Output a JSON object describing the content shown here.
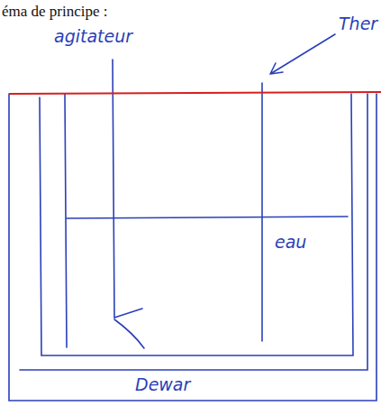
{
  "diagram": {
    "labels": [
      "éma de principe :",
      "agitateur",
      "Ther",
      "eau",
      "Dewar"
    ]
  }
}
